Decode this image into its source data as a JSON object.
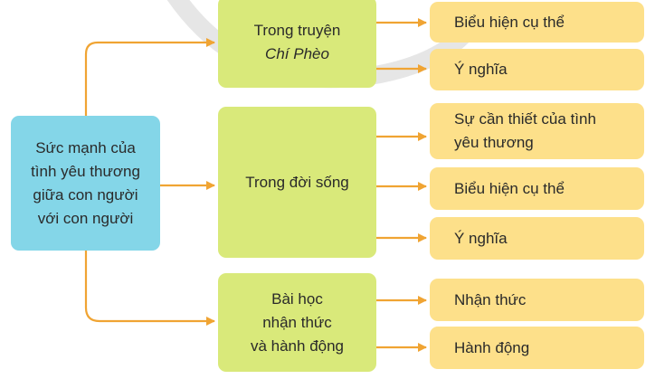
{
  "diagram": {
    "type": "mind-map",
    "root": {
      "lines": [
        "Sức mạnh của",
        "tình yêu thương",
        "giữa con người",
        "với con người"
      ]
    },
    "branches": [
      {
        "lines": [
          "Trong truyện",
          "Chí Phèo"
        ],
        "italic_line_index": 1,
        "children": [
          {
            "lines": [
              "Biểu hiện cụ thể"
            ]
          },
          {
            "lines": [
              "Ý nghĩa"
            ]
          }
        ]
      },
      {
        "lines": [
          "Trong đời sống"
        ],
        "children": [
          {
            "lines": [
              "Sự cần thiết của tình",
              "yêu thương"
            ]
          },
          {
            "lines": [
              "Biểu hiện cụ thể"
            ]
          },
          {
            "lines": [
              "Ý nghĩa"
            ]
          }
        ]
      },
      {
        "lines": [
          "Bài học",
          "nhận thức",
          "và hành động"
        ],
        "children": [
          {
            "lines": [
              "Nhận thức"
            ]
          },
          {
            "lines": [
              "Hành động"
            ]
          }
        ]
      }
    ]
  },
  "colors": {
    "root_fill": "#84d6e8",
    "branch_fill": "#d9e97a",
    "leaf_fill": "#fde08a",
    "connector": "#f0a433",
    "text": "#2a2a2a"
  }
}
